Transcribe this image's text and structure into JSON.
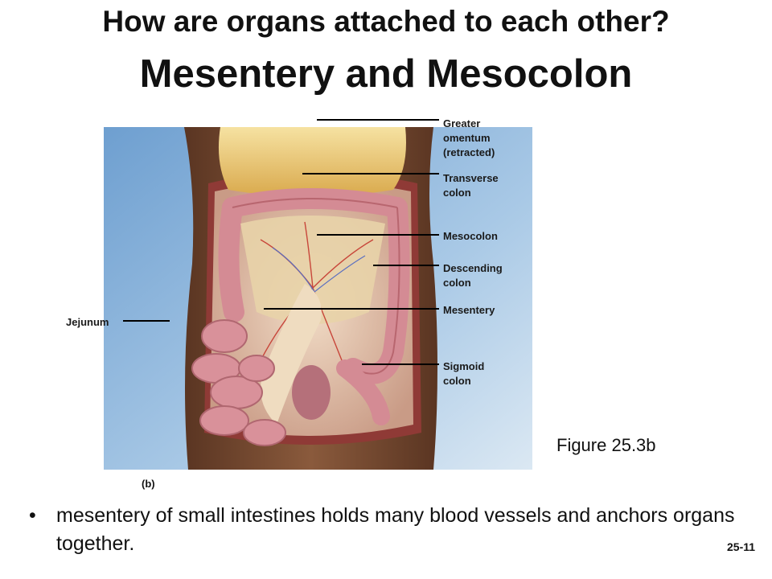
{
  "slide": {
    "title_line1": "How are organs attached to each other?",
    "title_line2": "Mesentery and Mesocolon",
    "figure_caption": "Figure 25.3b",
    "panel_label": "(b)",
    "bullet_marker": "•",
    "bullet_text": "mesentery of small intestines holds many blood vessels and anchors organs together.",
    "slide_number": "25-11"
  },
  "labels": {
    "greater_omentum": "Greater\nomentum\n(retracted)",
    "transverse_colon": "Transverse\ncolon",
    "mesocolon": "Mesocolon",
    "descending_colon": "Descending\ncolon",
    "mesentery": "Mesentery",
    "sigmoid_colon": "Sigmoid\ncolon",
    "jejunum": "Jejunum"
  },
  "colors": {
    "background_blue": "#8fb8dc",
    "skin": "#7a4f35",
    "omentum_yellow": "#e9c56a",
    "intestine_pink": "#d9919a",
    "mesentery_cream": "#e8d3a8",
    "vessel_red": "#c8463a",
    "vessel_blue": "#5a6fc0"
  }
}
